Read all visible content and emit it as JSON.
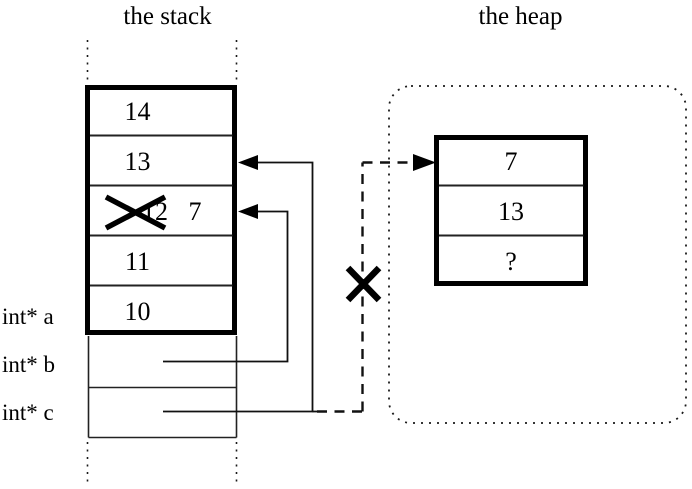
{
  "titles": {
    "stack": "the stack",
    "heap": "the heap"
  },
  "stack": {
    "cells": [
      {
        "value": "14",
        "crossed_out": false
      },
      {
        "value": "13",
        "crossed_out": false
      },
      {
        "value": "12",
        "crossed_out": true,
        "new_value": "7"
      },
      {
        "value": "11",
        "crossed_out": false
      },
      {
        "value": "10",
        "crossed_out": false
      }
    ],
    "pointer_labels": [
      {
        "label": "int* a"
      },
      {
        "label": "int* b"
      },
      {
        "label": "int* c"
      }
    ]
  },
  "heap": {
    "cells": [
      {
        "value": "7"
      },
      {
        "value": "13"
      },
      {
        "value": "?"
      }
    ],
    "dashed_pointer_crossed_out": true
  },
  "colors": {
    "ink": "#000000",
    "background": "#ffffff"
  }
}
